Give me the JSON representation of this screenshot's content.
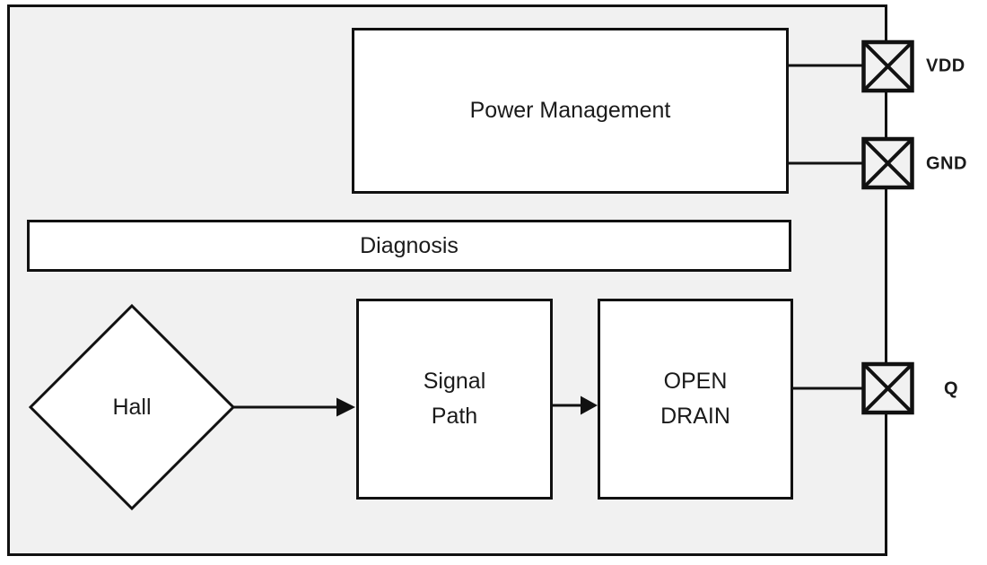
{
  "blocks": {
    "power_management": {
      "label": "Power Management"
    },
    "diagnosis": {
      "label": "Diagnosis"
    },
    "hall": {
      "label": "Hall"
    },
    "signal_path": {
      "label": "Signal\nPath"
    },
    "open_drain": {
      "label": "OPEN\nDRAIN"
    }
  },
  "pins": {
    "vdd": {
      "label": "VDD"
    },
    "gnd": {
      "label": "GND"
    },
    "q": {
      "label": "Q"
    }
  },
  "colors": {
    "canvas_bg": "#ffffff",
    "chip_fill": "#f1f1f1",
    "block_fill": "#ffffff",
    "line": "#111111",
    "text": "#1a1a1a"
  }
}
